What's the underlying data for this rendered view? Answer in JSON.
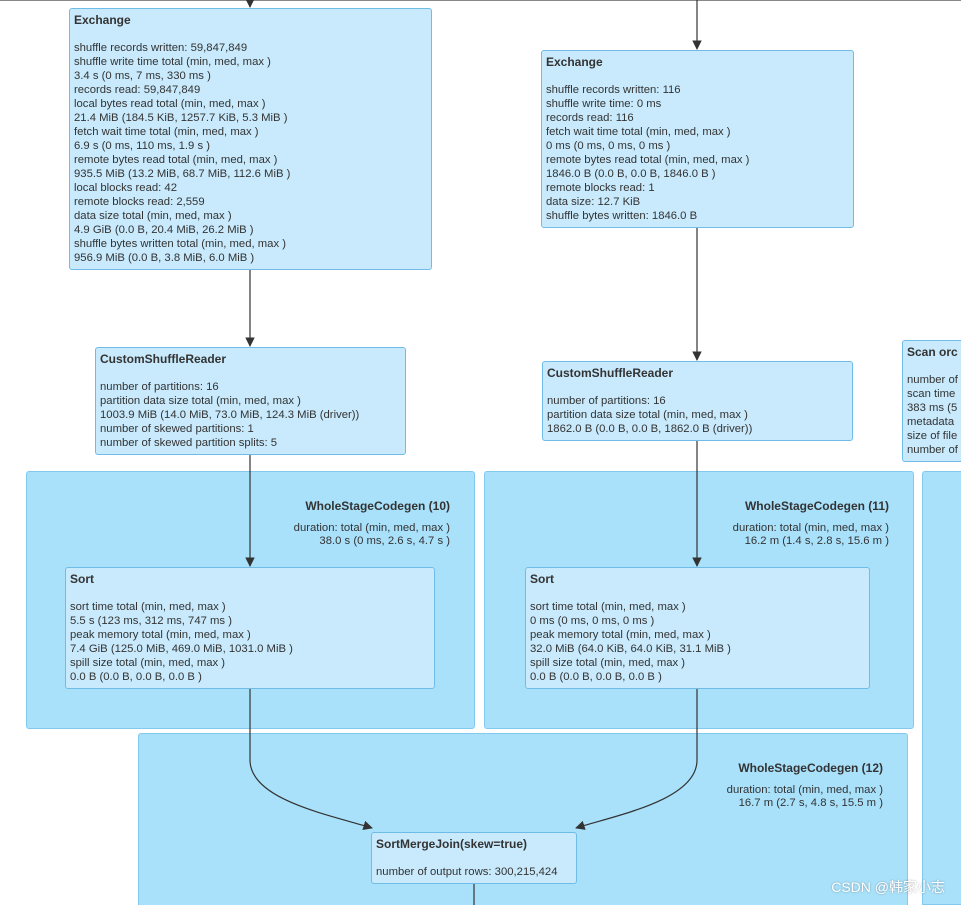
{
  "clusters": {
    "wsc10": {
      "title": "WholeStageCodegen (10)",
      "metric_label": "duration: total (min, med, max )",
      "metric_value": "38.0 s (0 ms, 2.6 s, 4.7 s )"
    },
    "wsc11": {
      "title": "WholeStageCodegen (11)",
      "metric_label": "duration: total (min, med, max )",
      "metric_value": "16.2 m (1.4 s, 2.8 s, 15.6 m )"
    },
    "wsc12": {
      "title": "WholeStageCodegen (12)",
      "metric_label": "duration: total (min, med, max )",
      "metric_value": "16.7 m (2.7 s, 4.8 s, 15.5 m )"
    }
  },
  "nodes": {
    "exchange_left": {
      "title": "Exchange",
      "lines": [
        "shuffle records written: 59,847,849",
        "shuffle write time total (min, med, max )",
        "3.4 s (0 ms, 7 ms, 330 ms )",
        "records read: 59,847,849",
        "local bytes read total (min, med, max )",
        "21.4 MiB (184.5 KiB, 1257.7 KiB, 5.3 MiB )",
        "fetch wait time total (min, med, max )",
        "6.9 s (0 ms, 110 ms, 1.9 s )",
        "remote bytes read total (min, med, max )",
        "935.5 MiB (13.2 MiB, 68.7 MiB, 112.6 MiB )",
        "local blocks read: 42",
        "remote blocks read: 2,559",
        "data size total (min, med, max )",
        "4.9 GiB (0.0 B, 20.4 MiB, 26.2 MiB )",
        "shuffle bytes written total (min, med, max )",
        "956.9 MiB (0.0 B, 3.8 MiB, 6.0 MiB )"
      ]
    },
    "exchange_right": {
      "title": "Exchange",
      "lines": [
        "shuffle records written: 116",
        "shuffle write time: 0 ms",
        "records read: 116",
        "fetch wait time total (min, med, max )",
        "0 ms (0 ms, 0 ms, 0 ms )",
        "remote bytes read total (min, med, max )",
        "1846.0 B (0.0 B, 0.0 B, 1846.0 B )",
        "remote blocks read: 1",
        "data size: 12.7 KiB",
        "shuffle bytes written: 1846.0 B"
      ]
    },
    "reader_left": {
      "title": "CustomShuffleReader",
      "lines": [
        "number of partitions: 16",
        "partition data size total (min, med, max )",
        "1003.9 MiB (14.0 MiB, 73.0 MiB, 124.3 MiB (driver))",
        "number of skewed partitions: 1",
        "number of skewed partition splits: 5"
      ]
    },
    "reader_right": {
      "title": "CustomShuffleReader",
      "lines": [
        "number of partitions: 16",
        "partition data size total (min, med, max )",
        "1862.0 B (0.0 B, 0.0 B, 1862.0 B (driver))"
      ]
    },
    "scan_orc": {
      "title": "Scan orc",
      "lines": [
        "number of",
        "scan time",
        "383 ms (5",
        "metadata",
        "size of file",
        "number of"
      ]
    },
    "sort_left": {
      "title": "Sort",
      "lines": [
        "sort time total (min, med, max )",
        "5.5 s (123 ms, 312 ms, 747 ms )",
        "peak memory total (min, med, max )",
        "7.4 GiB (125.0 MiB, 469.0 MiB, 1031.0 MiB )",
        "spill size total (min, med, max )",
        "0.0 B (0.0 B, 0.0 B, 0.0 B )"
      ]
    },
    "sort_right": {
      "title": "Sort",
      "lines": [
        "sort time total (min, med, max )",
        "0 ms (0 ms, 0 ms, 0 ms )",
        "peak memory total (min, med, max )",
        "32.0 MiB (64.0 KiB, 64.0 KiB, 31.1 MiB )",
        "spill size total (min, med, max )",
        "0.0 B (0.0 B, 0.0 B, 0.0 B )"
      ]
    },
    "smj": {
      "title": "SortMergeJoin(skew=true)",
      "lines": [
        "number of output rows: 300,215,424"
      ]
    }
  },
  "watermark": "CSDN @韩家小志"
}
